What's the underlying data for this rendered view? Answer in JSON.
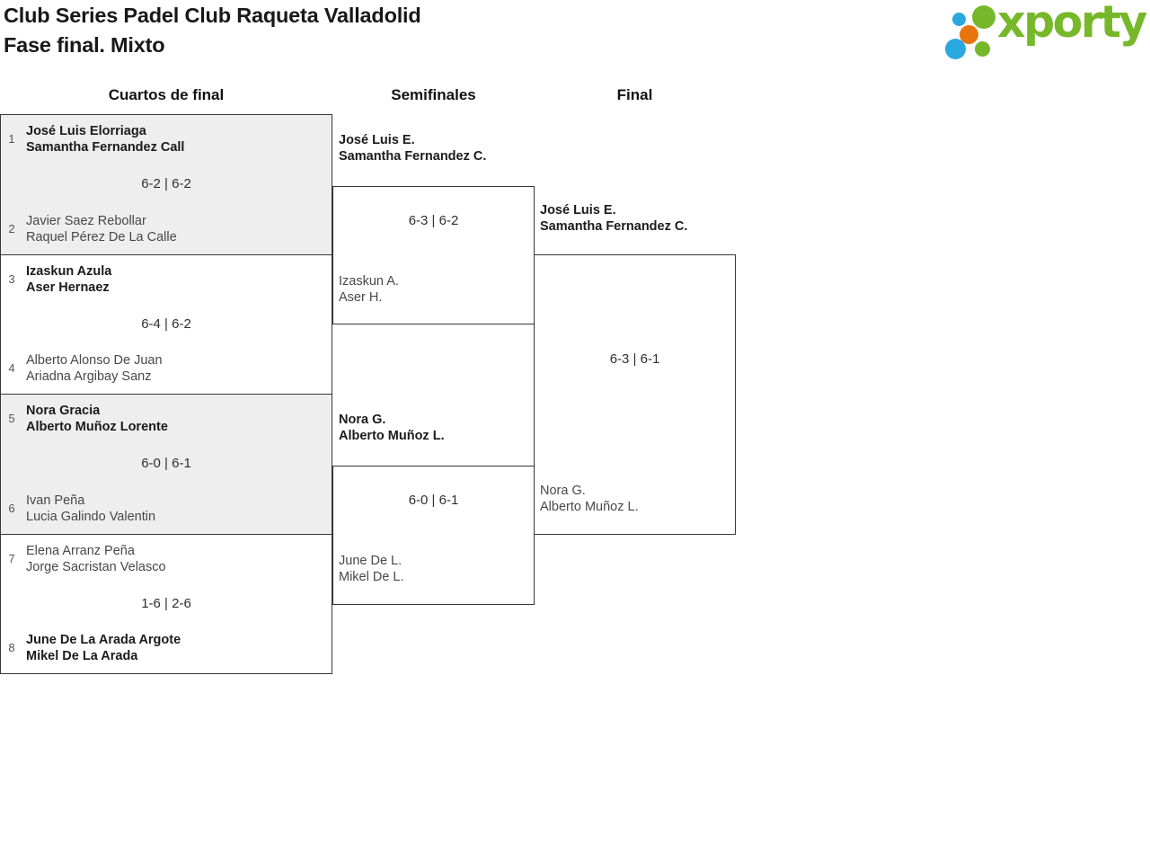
{
  "header": {
    "title_line1": "Club Series Padel Club Raqueta Valladolid",
    "title_line2": "Fase final. Mixto",
    "logo_text": "xporty"
  },
  "colors": {
    "logo_green": "#76b82a",
    "logo_blue": "#2aa9e0",
    "logo_orange": "#e8750c",
    "border_color": "#373737",
    "shaded_bg": "#eeeeee",
    "winner_text": "#1b1b1b",
    "loser_text": "#484848"
  },
  "bracket": {
    "rounds": [
      {
        "label": "Cuartos de final"
      },
      {
        "label": "Semifinales"
      },
      {
        "label": "Final"
      }
    ],
    "quarterfinals": [
      {
        "seed_top": "1",
        "team_top": [
          "José Luis Elorriaga",
          "Samantha Fernandez Call"
        ],
        "score": "6-2 | 6-2",
        "seed_bottom": "2",
        "team_bottom": [
          "Javier Saez Rebollar",
          "Raquel Pérez De La Calle"
        ],
        "winner": "top",
        "shaded": true
      },
      {
        "seed_top": "3",
        "team_top": [
          "Izaskun Azula",
          "Aser Hernaez"
        ],
        "score": "6-4 | 6-2",
        "seed_bottom": "4",
        "team_bottom": [
          "Alberto Alonso De Juan",
          "Ariadna Argibay Sanz"
        ],
        "winner": "top",
        "shaded": false
      },
      {
        "seed_top": "5",
        "team_top": [
          "Nora Gracia",
          "Alberto Muñoz Lorente"
        ],
        "score": "6-0 | 6-1",
        "seed_bottom": "6",
        "team_bottom": [
          "Ivan Peña",
          "Lucia Galindo Valentin"
        ],
        "winner": "top",
        "shaded": true
      },
      {
        "seed_top": "7",
        "team_top": [
          "Elena Arranz Peña",
          "Jorge Sacristan Velasco"
        ],
        "score": "1-6 | 2-6",
        "seed_bottom": "8",
        "team_bottom": [
          "June De La Arada Argote",
          "Mikel De La Arada"
        ],
        "winner": "bottom",
        "shaded": false
      }
    ],
    "semifinals": [
      {
        "team_top": [
          "José Luis E.",
          "Samantha Fernandez C."
        ],
        "score": "6-3 | 6-2",
        "team_bottom": [
          "Izaskun A.",
          "Aser H."
        ],
        "winner": "top"
      },
      {
        "team_top": [
          "Nora G.",
          "Alberto Muñoz L."
        ],
        "score": "6-0 | 6-1",
        "team_bottom": [
          "June De L.",
          "Mikel De L."
        ],
        "winner": "top"
      }
    ],
    "final": {
      "team_top": [
        "José Luis E.",
        "Samantha Fernandez C."
      ],
      "score": "6-3 | 6-1",
      "team_bottom": [
        "Nora G.",
        "Alberto Muñoz L."
      ],
      "winner": "top"
    }
  }
}
